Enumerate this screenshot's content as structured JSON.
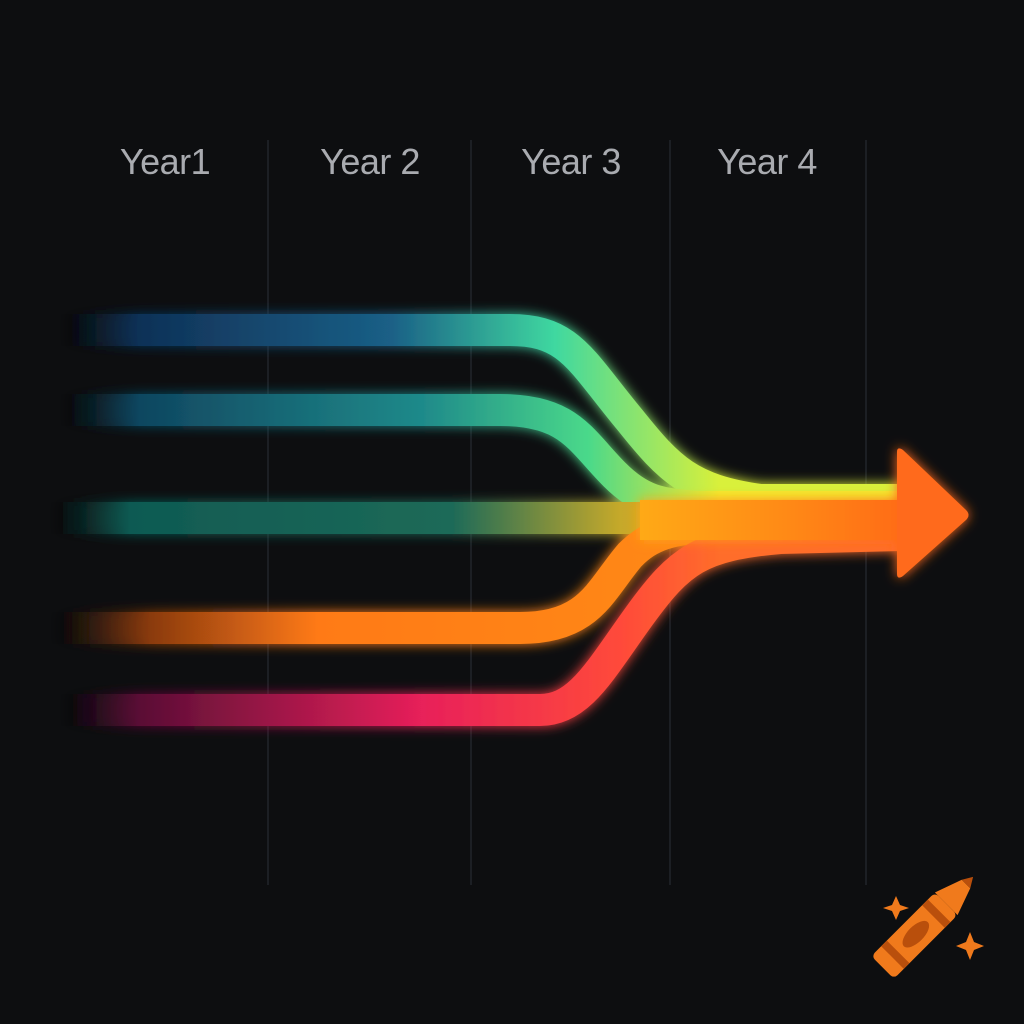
{
  "timeline": {
    "columns": [
      {
        "label": "Year1"
      },
      {
        "label": "Year 2"
      },
      {
        "label": "Year 3"
      },
      {
        "label": "Year 4"
      }
    ]
  },
  "streams": [
    {
      "from_color": "#0f3157",
      "to_color": "#c6f53a"
    },
    {
      "from_color": "#0f4660",
      "to_color": "#e9ef30"
    },
    {
      "from_color": "#0f5a52",
      "to_color": "#f79a1a"
    },
    {
      "from_color": "#ff8a14",
      "to_color": "#ff7a18"
    },
    {
      "from_color": "#5a0e35",
      "to_color": "#ff6d2a"
    }
  ],
  "arrow_color": "#ff6a1a",
  "background": "#0d0e10",
  "logo": {
    "icon": "crayon-icon",
    "color": "#f07a1c"
  }
}
